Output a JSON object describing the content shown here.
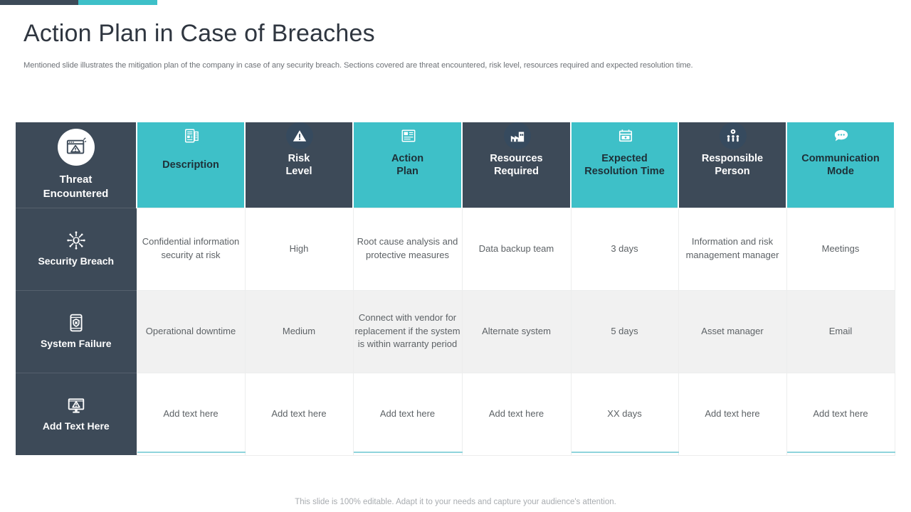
{
  "accents": {
    "dark": "#3d4a58",
    "teal": "#3ec0c8",
    "rowGrey": "#f1f1f1"
  },
  "header": {
    "title": "Action Plan in Case of Breaches",
    "subtitle": "Mentioned slide illustrates the mitigation plan of the company in case of any security breach. Sections covered are threat encountered, risk level, resources required and expected resolution time."
  },
  "table": {
    "corner": {
      "label_line1": "Threat",
      "label_line2": "Encountered",
      "icon": "browser-warning-icon"
    },
    "columns": [
      {
        "label_line1": "Description",
        "label_line2": "",
        "style": "teal",
        "icon": "document-report-icon"
      },
      {
        "label_line1": "Risk",
        "label_line2": "Level",
        "style": "dark",
        "icon": "warning-triangle-icon"
      },
      {
        "label_line1": "Action",
        "label_line2": "Plan",
        "style": "teal",
        "icon": "checklist-board-icon"
      },
      {
        "label_line1": "Resources",
        "label_line2": "Required",
        "style": "dark",
        "icon": "factory-icon"
      },
      {
        "label_line1": "Expected",
        "label_line2": "Resolution Time",
        "style": "teal",
        "icon": "calendar-money-icon"
      },
      {
        "label_line1": "Responsible",
        "label_line2": "Person",
        "style": "dark",
        "icon": "team-gear-icon"
      },
      {
        "label_line1": "Communication",
        "label_line2": "Mode",
        "style": "teal",
        "icon": "chat-bubble-icon"
      }
    ],
    "rows": [
      {
        "label": "Security Breach",
        "icon": "virus-shield-icon",
        "shade": "white",
        "cells": [
          "Confidential information security at risk",
          "High",
          "Root cause analysis and protective measures",
          "Data backup team",
          "3 days",
          "Information and risk management manager",
          "Meetings"
        ]
      },
      {
        "label": "System Failure",
        "icon": "device-error-icon",
        "shade": "grey",
        "cells": [
          "Operational downtime",
          "Medium",
          "Connect with vendor for replacement if the system is within warranty period",
          "Alternate system",
          "5 days",
          "Asset manager",
          "Email"
        ]
      },
      {
        "label": "Add Text Here",
        "icon": "monitor-warning-icon",
        "shade": "white",
        "cells": [
          "Add text here",
          "Add text here",
          "Add text here",
          "Add text here",
          "XX days",
          "Add text here",
          "Add text here"
        ]
      }
    ]
  },
  "footer": {
    "note": "This slide is 100% editable. Adapt it to your needs and capture your audience's attention."
  }
}
